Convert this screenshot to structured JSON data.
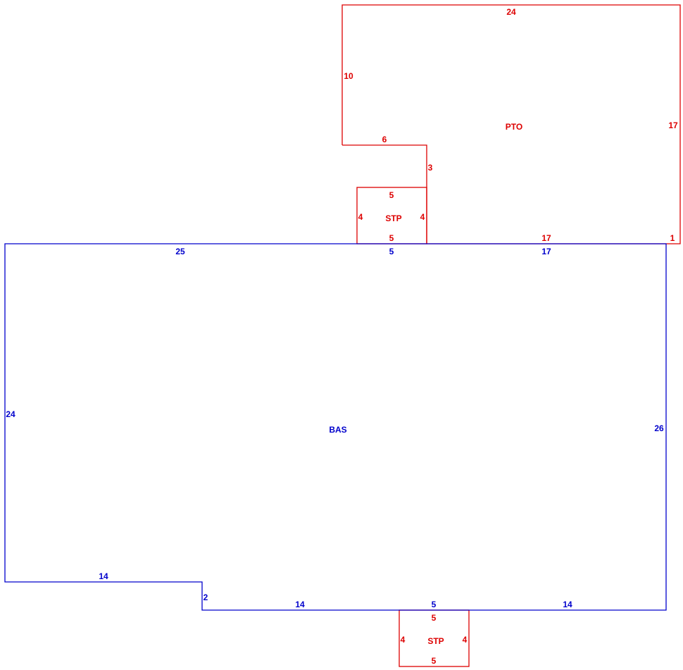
{
  "colors": {
    "bas": "#0000cc",
    "addition": "#dd0000"
  },
  "areas": [
    {
      "id": "bas",
      "label": "BAS",
      "color": "#0000cc",
      "dimensions": [
        "25",
        "5",
        "17",
        "26",
        "14",
        "5",
        "14",
        "2",
        "14",
        "24"
      ]
    },
    {
      "id": "pto",
      "label": "PTO",
      "color": "#dd0000",
      "dimensions": [
        "24",
        "17",
        "1",
        "17",
        "3",
        "6",
        "10"
      ]
    },
    {
      "id": "stp-top",
      "label": "STP",
      "color": "#dd0000",
      "dimensions": [
        "5",
        "4",
        "5",
        "4"
      ]
    },
    {
      "id": "stp-bottom",
      "label": "STP",
      "color": "#dd0000",
      "dimensions": [
        "5",
        "4",
        "5",
        "4"
      ]
    }
  ]
}
